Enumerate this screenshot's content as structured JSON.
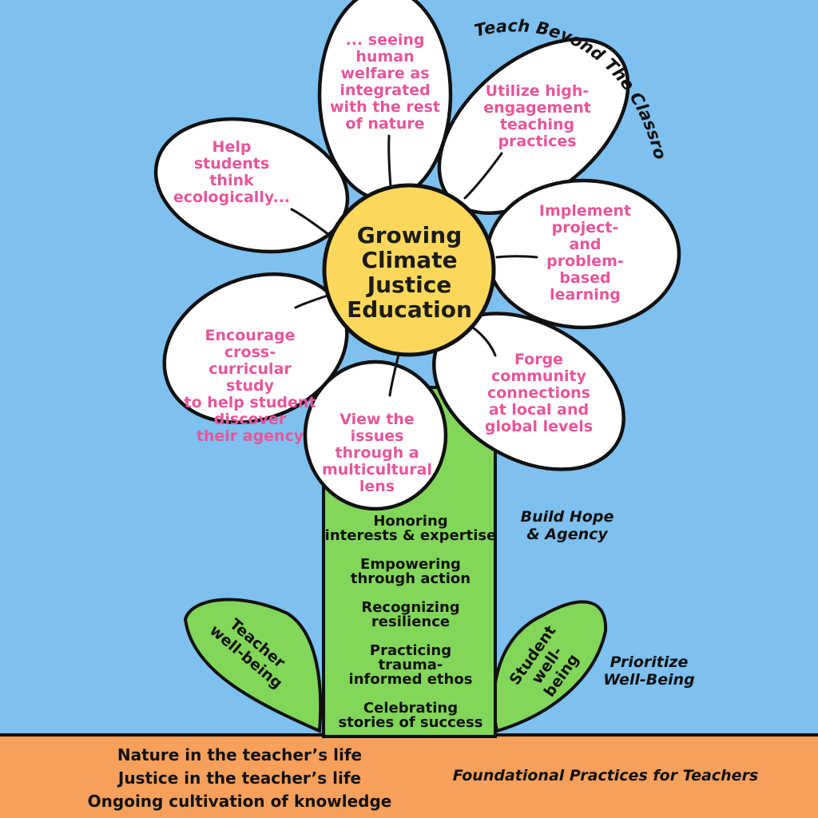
{
  "arc_label": "Teach Beyond The Classroom",
  "center": {
    "title": "Growing Climate Justice Education"
  },
  "petals": [
    {
      "id": "top",
      "lines": [
        "... seeing",
        "human",
        "welfare as",
        "integrated",
        "with the rest",
        "of nature"
      ]
    },
    {
      "id": "upper-right",
      "lines": [
        "Utilize high-",
        "engagement",
        "teaching",
        "practices"
      ]
    },
    {
      "id": "right",
      "lines": [
        "Implement",
        "project-",
        "and",
        "problem-",
        "based",
        "learning"
      ]
    },
    {
      "id": "lower-right",
      "lines": [
        "Forge",
        "community",
        "connections",
        "at local and",
        "global levels"
      ]
    },
    {
      "id": "bottom",
      "lines": [
        "View the issues",
        "through a",
        "multicultural",
        "lens"
      ]
    },
    {
      "id": "lower-left",
      "lines": [
        "Encourage cross-",
        "curricular study",
        "to help student",
        "discover",
        "their agency"
      ]
    },
    {
      "id": "upper-left",
      "lines": [
        "Help",
        "students",
        "think",
        "ecologically..."
      ]
    }
  ],
  "stem_items": [
    [
      "Honoring",
      "interests & expertise"
    ],
    [
      "Empowering",
      "through action"
    ],
    [
      "Recognizing",
      "resilience"
    ],
    [
      "Practicing",
      "trauma-",
      "informed ethos"
    ],
    [
      "Celebrating",
      "stories of success"
    ]
  ],
  "leaves": {
    "left": [
      "Teacher",
      "well-being"
    ],
    "right": [
      "Student",
      "well-being"
    ]
  },
  "side_labels": {
    "hope": [
      "Build Hope",
      "& Agency"
    ],
    "wellbeing": [
      "Prioritize",
      "Well-Being"
    ]
  },
  "ground": {
    "items": [
      "Nature in the teacher’s life",
      "Justice in the teacher’s life",
      "Ongoing cultivation of knowledge"
    ],
    "label": "Foundational Practices for Teachers"
  },
  "colors": {
    "sky": "#7ec0ef",
    "ground": "#f6a05c",
    "stem": "#82d65a",
    "center": "#fbd85b",
    "petal_text": "#e8559a",
    "outline": "#111111"
  }
}
